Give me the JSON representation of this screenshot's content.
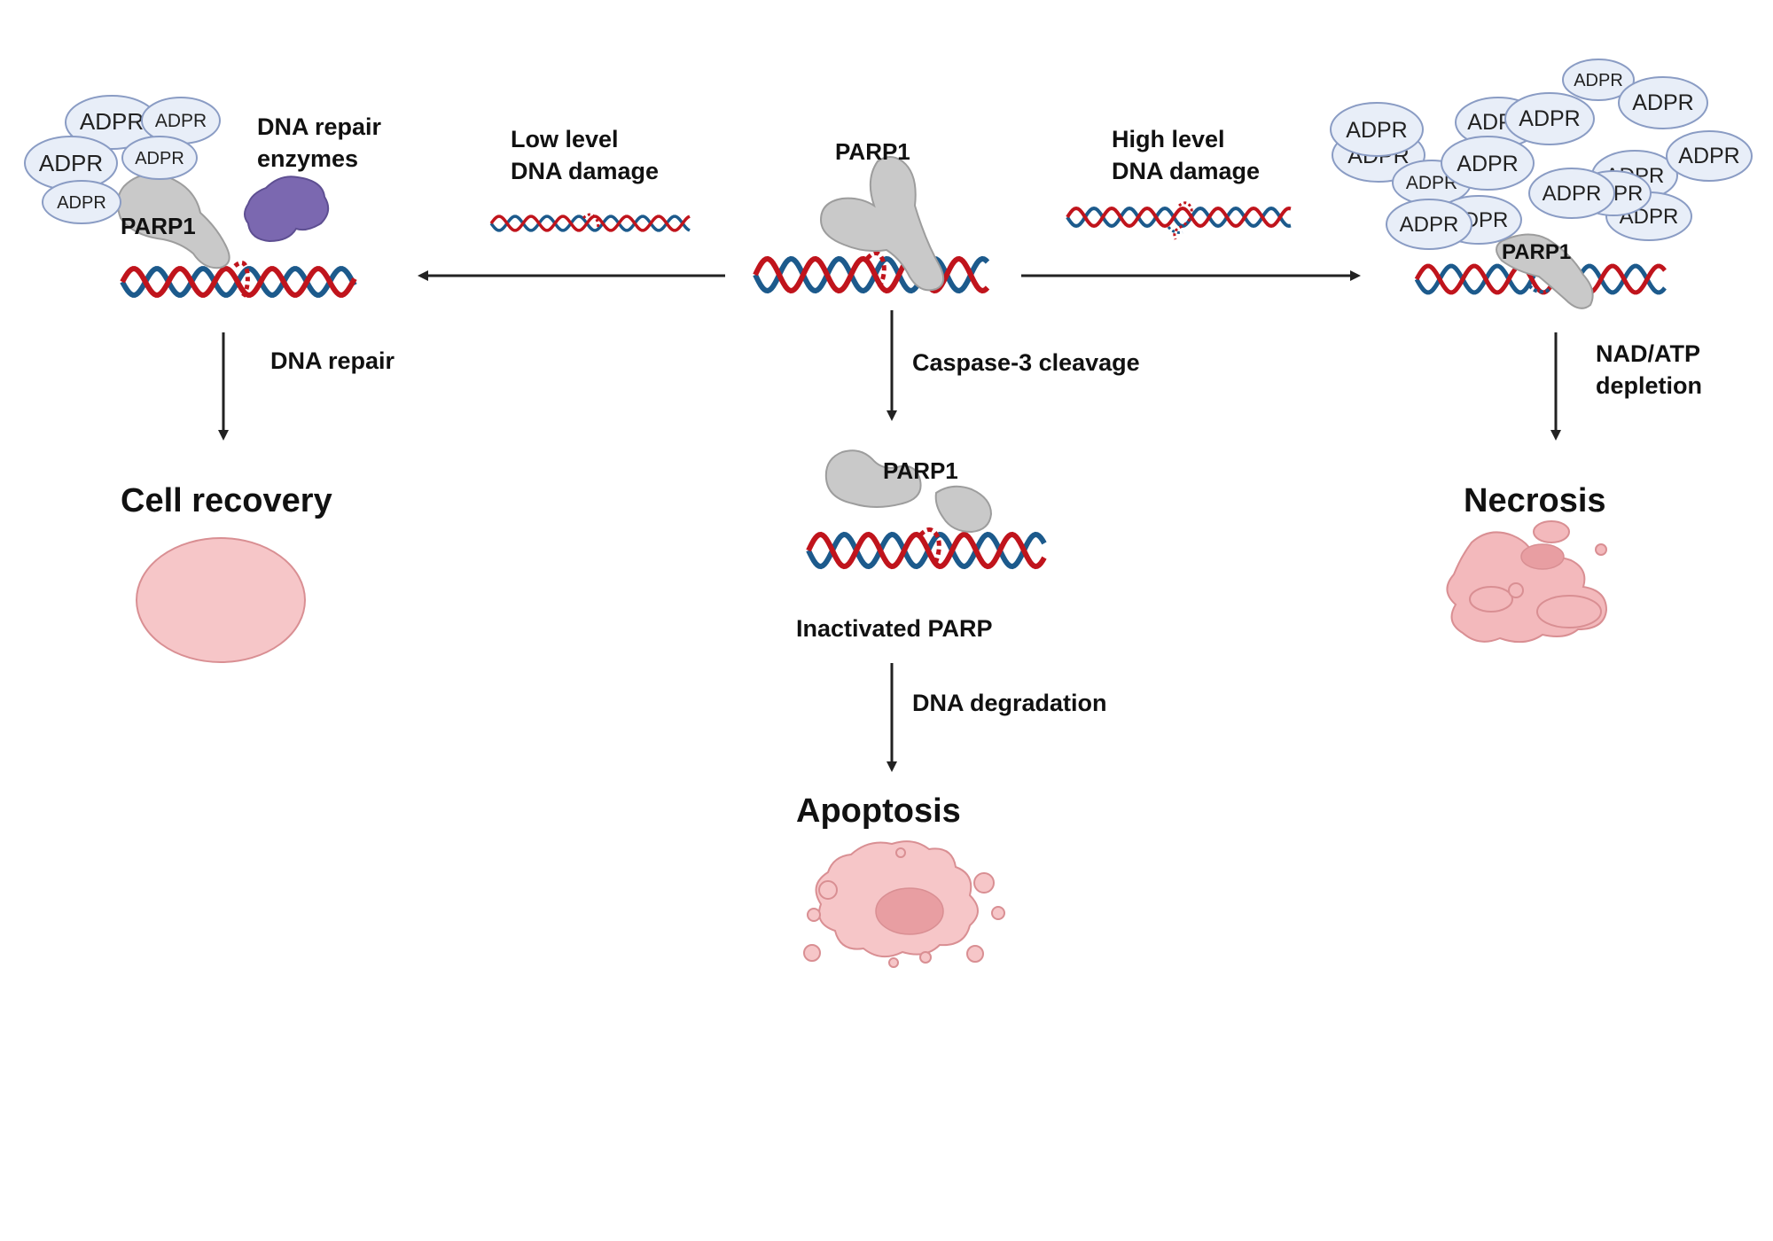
{
  "center": {
    "parp1": "PARP1",
    "caspase_label": "Caspase-3 cleavage",
    "cleaved_parp1": "PARP1",
    "inactivated": "Inactivated PARP",
    "degradation_label": "DNA degradation",
    "apoptosis": "Apoptosis"
  },
  "left": {
    "low_damage_line1": "Low level",
    "low_damage_line2": "DNA damage",
    "parp1": "PARP1",
    "repair_enzymes_line1": "DNA repair",
    "repair_enzymes_line2": "enzymes",
    "repair_label": "DNA repair",
    "outcome": "Cell recovery",
    "adpr_labels": [
      "ADPR",
      "ADPR",
      "ADPR",
      "ADPR",
      "ADPR"
    ]
  },
  "right": {
    "high_damage_line1": "High level",
    "high_damage_line2": "DNA damage",
    "parp1": "PARP1",
    "depletion_line1": "NAD/ATP",
    "depletion_line2": "depletion",
    "outcome": "Necrosis",
    "adpr_labels": [
      "ADPR",
      "ADPR",
      "ADPR",
      "ADPR",
      "ADPR",
      "ADPR",
      "ADPR",
      "ADPR",
      "ADPR",
      "ADPR",
      "ADPR",
      "ADPR",
      "ADPR",
      "ADPR",
      "ADPR"
    ]
  },
  "colors": {
    "dna_red": "#c0141c",
    "dna_blue": "#1c5a8c",
    "parp_gray": "#c9c9c9",
    "adpr_fill": "#e8eef8",
    "adpr_stroke": "#8a9cc4",
    "enzyme_purple": "#7b68b0",
    "cell_pink": "#f6c6c8",
    "cell_stroke": "#d98f93",
    "arrow": "#222222"
  }
}
